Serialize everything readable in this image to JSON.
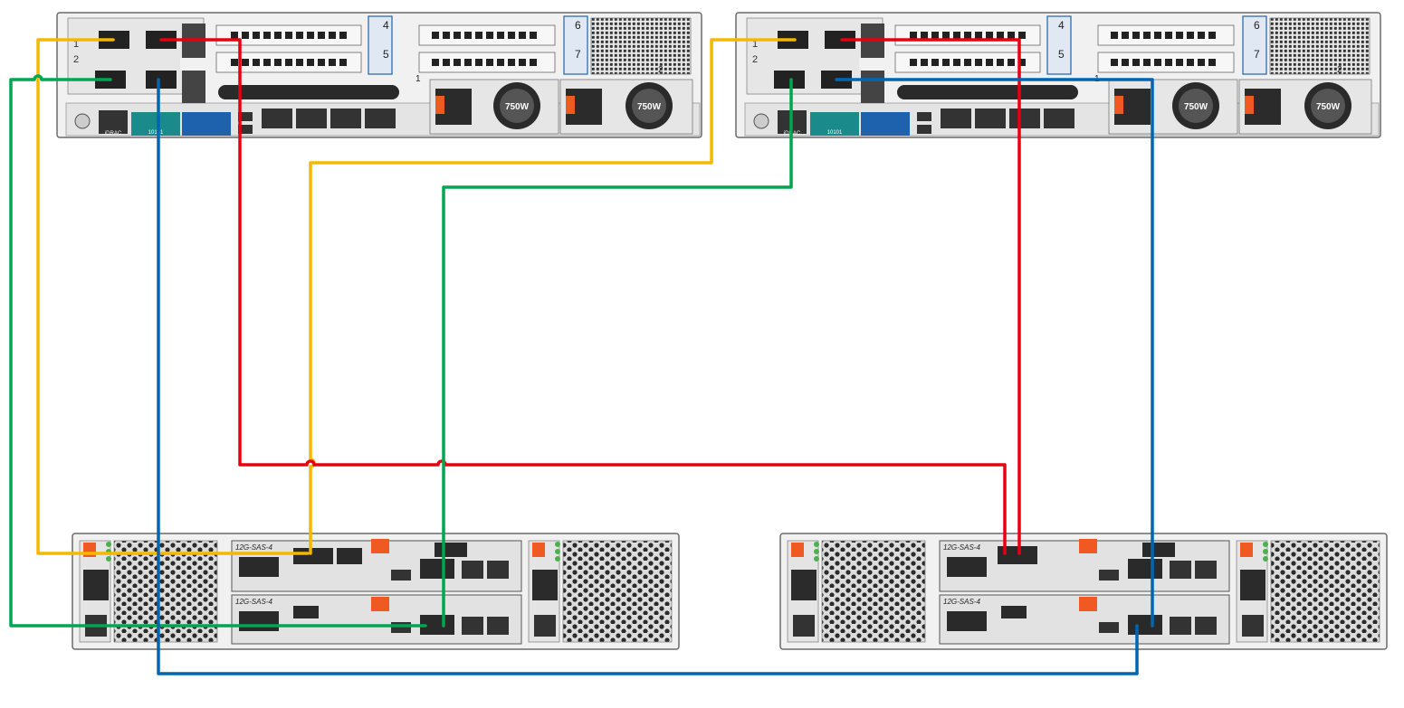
{
  "colors": {
    "yellow": "#f5b800",
    "red": "#e8000e",
    "green": "#00a650",
    "blue": "#0066b3",
    "chassis": "#f1f1f1",
    "chassis_border": "#6a6a6a",
    "port": "#222222",
    "vga": "#1e62ad",
    "serial": "#1a8a8a",
    "latch": "#f05a22"
  },
  "servers": [
    {
      "slot_numbers": [
        "4",
        "5",
        "6",
        "7"
      ],
      "riser_labels": [
        "1",
        "2"
      ],
      "psu_labels": [
        "750W",
        "750W"
      ],
      "idrac_label": "iDRAC",
      "serial_label": "10101",
      "row_label_1": "1",
      "row_label_2": "2"
    },
    {
      "slot_numbers": [
        "4",
        "5",
        "6",
        "7"
      ],
      "riser_labels": [
        "1",
        "2"
      ],
      "psu_labels": [
        "750W",
        "750W"
      ],
      "idrac_label": "iDRAC",
      "serial_label": "10101",
      "row_label_1": "1",
      "row_label_2": "2"
    }
  ],
  "enclosures": [
    {
      "controllers": [
        "12G-SAS-4",
        "12G-SAS-4"
      ]
    },
    {
      "controllers": [
        "12G-SAS-4",
        "12G-SAS-4"
      ]
    }
  ]
}
